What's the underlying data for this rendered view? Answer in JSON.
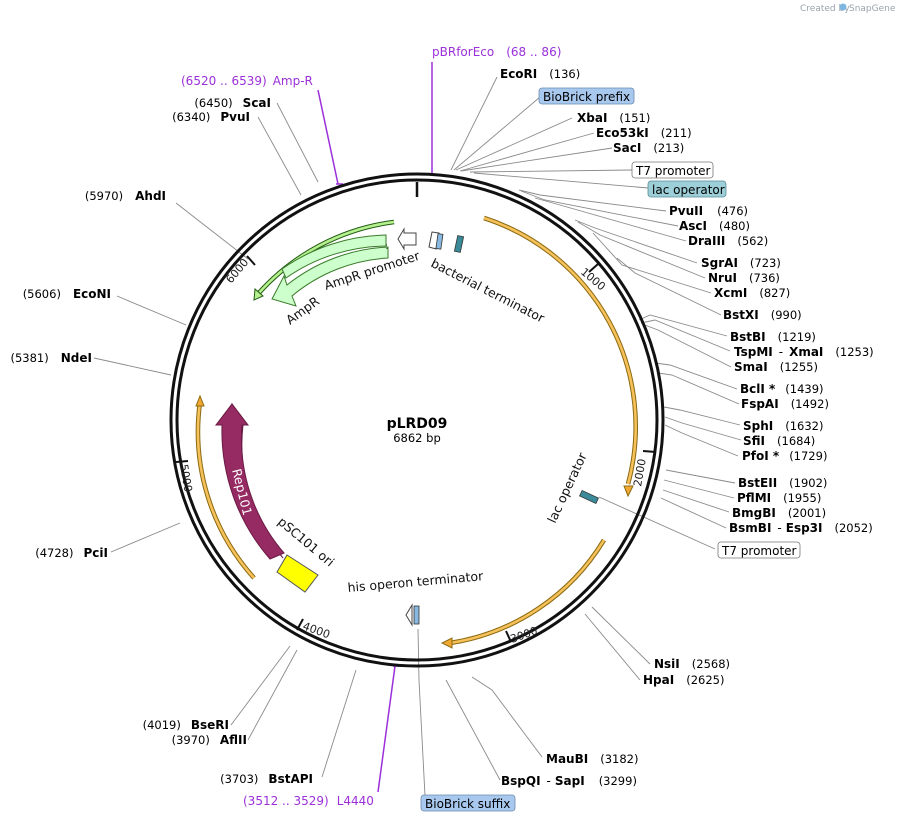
{
  "plasmid": {
    "name": "pLRD09",
    "size": "6862 bp"
  },
  "watermark": {
    "prefix": "Created by",
    "brand": "SnapGene"
  },
  "ticks": [
    "1000",
    "2000",
    "3000",
    "4000",
    "5000",
    "6000"
  ],
  "primers": [
    {
      "name": "pBRforEco",
      "range": "(68 .. 86)"
    },
    {
      "name": "Amp-R",
      "range": "(6520 .. 6539)"
    },
    {
      "name": "L4440",
      "range": "(3512 .. 3529)"
    }
  ],
  "sites_right": [
    {
      "name": "EcoRI",
      "pos": "(136)"
    },
    {
      "name": "XbaI",
      "pos": "(151)"
    },
    {
      "name": "Eco53kI",
      "pos": "(211)"
    },
    {
      "name": "SacI",
      "pos": "(213)"
    },
    {
      "name": "PvuII",
      "pos": "(476)"
    },
    {
      "name": "AscI",
      "pos": "(480)"
    },
    {
      "name": "DraIII",
      "pos": "(562)"
    },
    {
      "name": "SgrAI",
      "pos": "(723)"
    },
    {
      "name": "NruI",
      "pos": "(736)"
    },
    {
      "name": "XcmI",
      "pos": "(827)"
    },
    {
      "name": "BstXI",
      "pos": "(990)"
    },
    {
      "name": "BstBI",
      "pos": "(1219)"
    },
    {
      "name": "TspMI",
      "name2": "XmaI",
      "pos": "(1253)"
    },
    {
      "name": "SmaI",
      "pos": "(1255)"
    },
    {
      "name": "BclI *",
      "pos": "(1439)"
    },
    {
      "name": "FspAI",
      "pos": "(1492)"
    },
    {
      "name": "SphI",
      "pos": "(1632)"
    },
    {
      "name": "SfiI",
      "pos": "(1684)"
    },
    {
      "name": "PfoI *",
      "pos": "(1729)"
    },
    {
      "name": "BstEII",
      "pos": "(1902)"
    },
    {
      "name": "PflMI",
      "pos": "(1955)"
    },
    {
      "name": "BmgBI",
      "pos": "(2001)"
    },
    {
      "name": "BsmBI",
      "name2": "Esp3I",
      "pos": "(2052)"
    },
    {
      "name": "NsiI",
      "pos": "(2568)"
    },
    {
      "name": "HpaI",
      "pos": "(2625)"
    },
    {
      "name": "MauBI",
      "pos": "(3182)"
    },
    {
      "name": "BspQI",
      "name2": "SapI",
      "pos": "(3299)"
    }
  ],
  "sites_left": [
    {
      "name": "ScaI",
      "pos": "(6450)"
    },
    {
      "name": "PvuI",
      "pos": "(6340)"
    },
    {
      "name": "AhdI",
      "pos": "(5970)"
    },
    {
      "name": "EcoNI",
      "pos": "(5606)"
    },
    {
      "name": "NdeI",
      "pos": "(5381)"
    },
    {
      "name": "PciI",
      "pos": "(4728)"
    },
    {
      "name": "BseRI",
      "pos": "(4019)"
    },
    {
      "name": "AflII",
      "pos": "(3970)"
    },
    {
      "name": "BstAPI",
      "pos": "(3703)"
    }
  ],
  "boxed_labels": [
    {
      "text": "BioBrick prefix"
    },
    {
      "text": "T7 promoter"
    },
    {
      "text": "lac operator"
    },
    {
      "text": "T7 promoter"
    },
    {
      "text": "BioBrick suffix"
    }
  ],
  "features": [
    {
      "name": "AmpR"
    },
    {
      "name": "AmpR promoter"
    },
    {
      "name": "bacterial terminator"
    },
    {
      "name": "lac operator"
    },
    {
      "name": "his operon terminator"
    },
    {
      "name": "pSC101 ori"
    },
    {
      "name": "Rep101"
    }
  ],
  "colors": {
    "backbone": "#111111",
    "orf": "#f0a830",
    "ampr": "#ccffcc",
    "ampr_outline": "#4a9a2a",
    "rep101": "#962a63",
    "ori": "#ffff00",
    "primer": "#9b30d9",
    "box_blue": "#a8c8ee",
    "box_teal": "#9ccfd8",
    "terminator": "#89b8e0"
  }
}
